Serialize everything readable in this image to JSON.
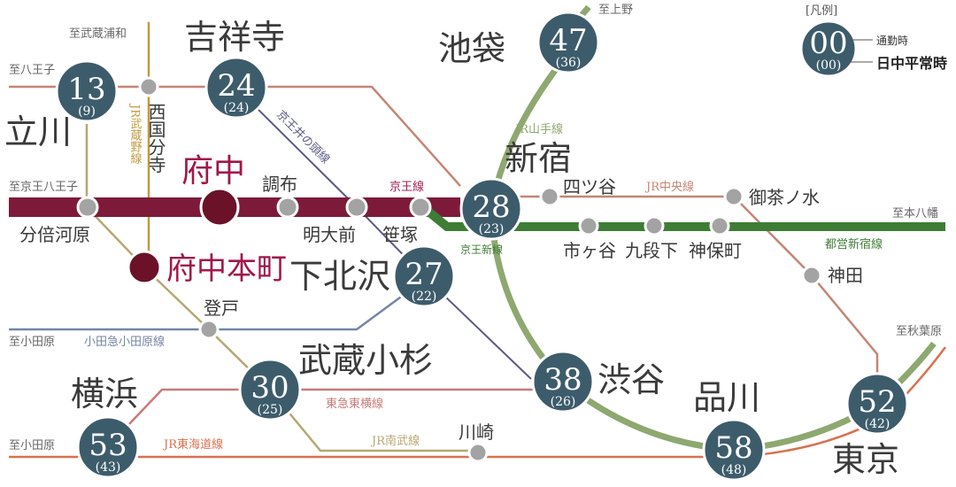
{
  "legend": {
    "title": "[凡例]",
    "num": "00",
    "sub": "(00)",
    "label_rush": "通勤時",
    "label_day": "日中平常時"
  },
  "hubs": {
    "tachikawa": {
      "name": "立川",
      "rush": "13",
      "day": "(9)"
    },
    "kichijoji": {
      "name": "吉祥寺",
      "rush": "24",
      "day": "(24)"
    },
    "ikebukuro": {
      "name": "池袋",
      "rush": "47",
      "day": "(36)"
    },
    "shinjuku": {
      "name": "新宿",
      "rush": "28",
      "day": "(23)"
    },
    "shimokitazawa": {
      "name": "下北沢",
      "rush": "27",
      "day": "(22)"
    },
    "shibuya": {
      "name": "渋谷",
      "rush": "38",
      "day": "(26)"
    },
    "musashikosugi": {
      "name": "武蔵小杉",
      "rush": "30",
      "day": "(25)"
    },
    "yokohama": {
      "name": "横浜",
      "rush": "53",
      "day": "(43)"
    },
    "shinagawa": {
      "name": "品川",
      "rush": "58",
      "day": "(48)"
    },
    "tokyo": {
      "name": "東京",
      "rush": "52",
      "day": "(42)"
    }
  },
  "home": {
    "fuchu": "府中",
    "fuchuhonmachi": "府中本町"
  },
  "stations": {
    "nishikokubunji": "西国分寺",
    "bubaigawara": "分倍河原",
    "chofu": "調布",
    "meidaimae": "明大前",
    "sasazuka": "笹塚",
    "noborito": "登戸",
    "kawasaki": "川崎",
    "yotsuya": "四ツ谷",
    "ochanomizu": "御茶ノ水",
    "ichigaya": "市ヶ谷",
    "kudanshita": "九段下",
    "jimbocho": "神保町",
    "kanda": "神田"
  },
  "directions": {
    "musashiurawa": "至武蔵浦和",
    "hachioji": "至八王子",
    "keiohachioji": "至京王八王子",
    "ueno": "至上野",
    "motoyawata": "至本八幡",
    "odawara1": "至小田原",
    "odawara2": "至小田原",
    "akihabara": "至秋葉原"
  },
  "lines": {
    "musashino": "JR武蔵野線",
    "inokashira": "京王井の頭線",
    "keio": "京王線",
    "keioshin": "京王新線",
    "yamanote": "JR山手線",
    "chuo": "JR中央線",
    "shinjukuline": "都営新宿線",
    "odakyu": "小田急小田原線",
    "toyoko": "東急東横線",
    "nambu": "JR南武線",
    "tokaido": "JR東海道線"
  },
  "colors": {
    "hub": "#3d5c6b",
    "keio": "#7d1a3a",
    "home": "#6b1229",
    "chuo": "#c58575",
    "shinjukuline": "#3e7d35",
    "yamanote": "#8ea870",
    "inokashira": "#5b5a85",
    "musashino": "#c49a3a",
    "nambu": "#b5a773",
    "odakyu": "#7585a5",
    "toyoko": "#c97a7a",
    "tokaido": "#d9714f"
  }
}
